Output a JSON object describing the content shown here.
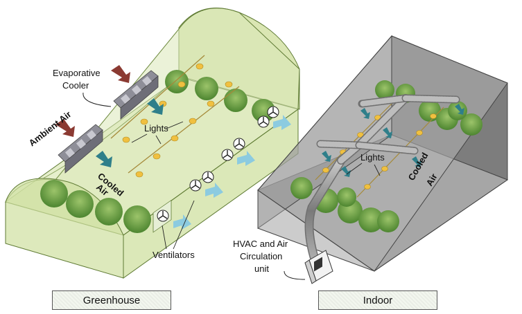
{
  "greenhouse": {
    "caption": "Greenhouse",
    "evaporative_cooler": [
      "Evaporative",
      "Cooler"
    ],
    "ambient_air": "Ambient Air",
    "lights": "Lights",
    "cooled_air": [
      "Cooled",
      "Air"
    ],
    "ventilators": "Ventilators"
  },
  "indoor": {
    "caption": "Indoor",
    "lights": "Lights",
    "cooled_air": [
      "Cooled",
      "Air"
    ],
    "hvac": [
      "HVAC and Air",
      "Circulation",
      "unit"
    ]
  },
  "colors": {
    "greenhouse_fill": "#dbe8b8",
    "greenhouse_stroke": "#5e7a33",
    "indoor_fill": "#9a9a9a",
    "indoor_stroke": "#555555",
    "plant": "#5f9a3a",
    "light_bulb": "#f0c040",
    "ambient_arrow": "#8b3a32",
    "cooled_arrow": "#2f7f8a",
    "exhaust_arrow": "#8ccbe0",
    "duct": "#8a8a8a"
  }
}
